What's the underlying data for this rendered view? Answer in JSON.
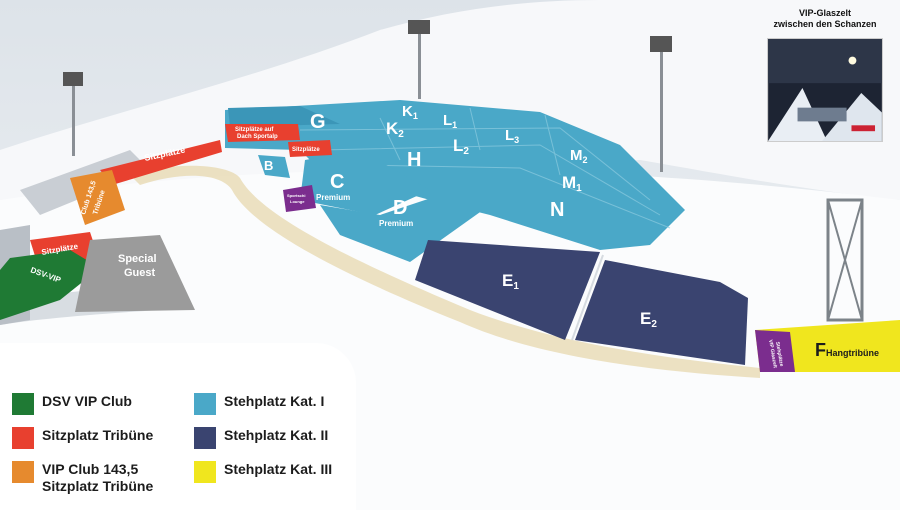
{
  "sections": {
    "G": "G",
    "H": "H",
    "B": "B",
    "C": "C",
    "D": "D",
    "N": "N",
    "K1": "K",
    "K1_sub": "1",
    "K2": "K",
    "K2_sub": "2",
    "L1": "L",
    "L1_sub": "1",
    "L2": "L",
    "L2_sub": "2",
    "L3": "L",
    "L3_sub": "3",
    "M1": "M",
    "M1_sub": "1",
    "M2": "M",
    "M2_sub": "2",
    "E1": "E",
    "E1_sub": "1",
    "E2": "E",
    "E2_sub": "2",
    "premium": "Premium",
    "F": "F",
    "F_sub": "Hangtribüne"
  },
  "zones": {
    "sitzplaetze_top": "Sitzplätze",
    "sitzplaetze_dach_line1": "Sitzplätze auf",
    "sitzplaetze_dach_line2": "Dach Sportalp",
    "sitzplaetze_small": "Sitzplätze",
    "club_line1": "Club 143,5",
    "club_line2": "Tribüne",
    "sitzplaetze_left": "Sitzplätze",
    "dsv_vip": "DSV-VIP",
    "special_line1": "Special",
    "special_line2": "Guest",
    "purple_line1": "Sportschi",
    "purple_line2": "Lounge",
    "vip_glas_line1": "VIP Glaszelt",
    "vip_glas_line2": "Stehplätze"
  },
  "vip_box": {
    "title_line1": "VIP-Glaszelt",
    "title_line2": "zwischen den Schanzen"
  },
  "legend": [
    {
      "label_line1": "DSV VIP Club",
      "label_line2": "",
      "color": "#1f7a34"
    },
    {
      "label_line1": "Sitzplatz Tribüne",
      "label_line2": "",
      "color": "#e8402f"
    },
    {
      "label_line1": "VIP Club 143,5",
      "label_line2": "Sitzplatz Tribüne",
      "color": "#e68a2e"
    },
    {
      "label_line1": "Stehplatz Kat. I",
      "label_line2": "",
      "color": "#4aa8c8"
    },
    {
      "label_line1": "Stehplatz Kat. II",
      "label_line2": "",
      "color": "#3a4470"
    },
    {
      "label_line1": "Stehplatz Kat. III",
      "label_line2": "",
      "color": "#f0e61e"
    }
  ],
  "colors": {
    "kat1": "#4aa8c8",
    "kat2": "#3a4470",
    "kat3": "#f0e61e",
    "red": "#e8402f",
    "orange": "#e68a2e",
    "green": "#1f7a34",
    "purple": "#7b2d8e",
    "grey": "#9b9b9b",
    "snow": "#f4f6f8"
  }
}
